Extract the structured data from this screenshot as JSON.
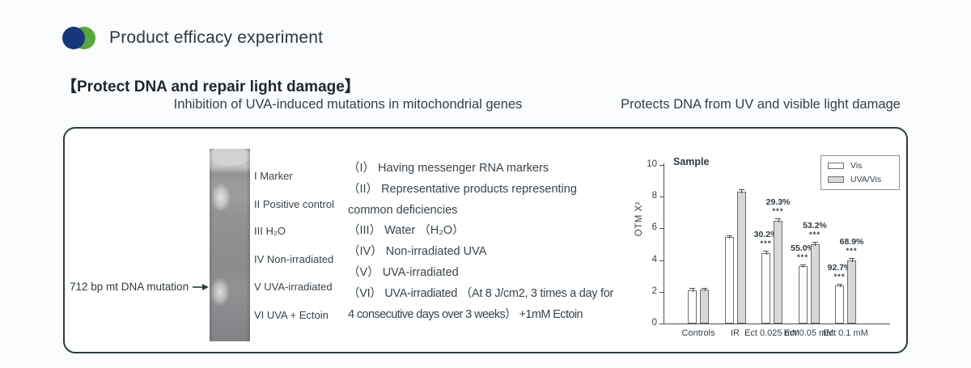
{
  "colors": {
    "accent_blue": "#17387d",
    "accent_green": "#5ba53c",
    "panel_border": "#2b3c3e",
    "bar_vis_fill": "#ffffff",
    "bar_uva_fill": "#d7d8d7",
    "bar_outline": "#6b7072"
  },
  "header": {
    "title": "Product efficacy experiment"
  },
  "section_title": "【Protect DNA and repair light damage】",
  "left_panel": {
    "subtitle": "Inhibition of UVA-induced mutations in mitochondrial genes",
    "gel": {
      "pointer_label": "712 bp mt DNA mutation",
      "lane_labels": [
        "I Marker",
        "II Positive control",
        "III H₂O",
        "IV Non-irradiated",
        "V UVA-irradiated",
        "VI UVA + Ectoin"
      ]
    },
    "explanation_lines": [
      "（I） Having messenger RNA markers",
      "（II） Representative products representing",
      "common deficiencies",
      "（III） Water （H₂O）",
      "（IV） Non-irradiated UVA",
      "（V） UVA-irradiated",
      "（VI） UVA-irradiated （At 8 J/cm2, 3 times a day for",
      "4 consecutive days over 3 weeks） +1mM Ectoin"
    ]
  },
  "right_panel": {
    "subtitle": "Protects DNA from UV and visible light damage"
  },
  "chart_data": {
    "type": "bar",
    "title": "Sample",
    "ylabel": "OTM X²",
    "ylim": [
      0,
      10
    ],
    "yticks": [
      0,
      2,
      4,
      6,
      8,
      10
    ],
    "categories": [
      "Controls",
      "IR",
      "Ect 0.025 mM",
      "Ect 0.05 mM",
      "Ect 0.1 mM"
    ],
    "series": [
      {
        "name": "Vis",
        "fill": "#ffffff",
        "values": [
          2.1,
          5.45,
          4.45,
          3.6,
          2.4
        ],
        "errors": [
          0.12,
          0.12,
          0.12,
          0.15,
          0.1
        ],
        "percent_labels": [
          "",
          "",
          "30.2%",
          "55.0%",
          "92.7%"
        ],
        "significance": [
          "",
          "",
          "***",
          "***",
          "***"
        ]
      },
      {
        "name": "UVA/Vis",
        "fill": "#d7d8d7",
        "values": [
          2.15,
          8.3,
          6.5,
          5.0,
          4.0
        ],
        "errors": [
          0.12,
          0.15,
          0.12,
          0.15,
          0.15
        ],
        "percent_labels": [
          "",
          "",
          "29.3%",
          "53.2%",
          "68.9%"
        ],
        "significance": [
          "",
          "",
          "***",
          "***",
          "***"
        ]
      }
    ],
    "legend": [
      "Vis",
      "UVA/Vis"
    ],
    "legend_position": "top-right",
    "grid": false
  }
}
